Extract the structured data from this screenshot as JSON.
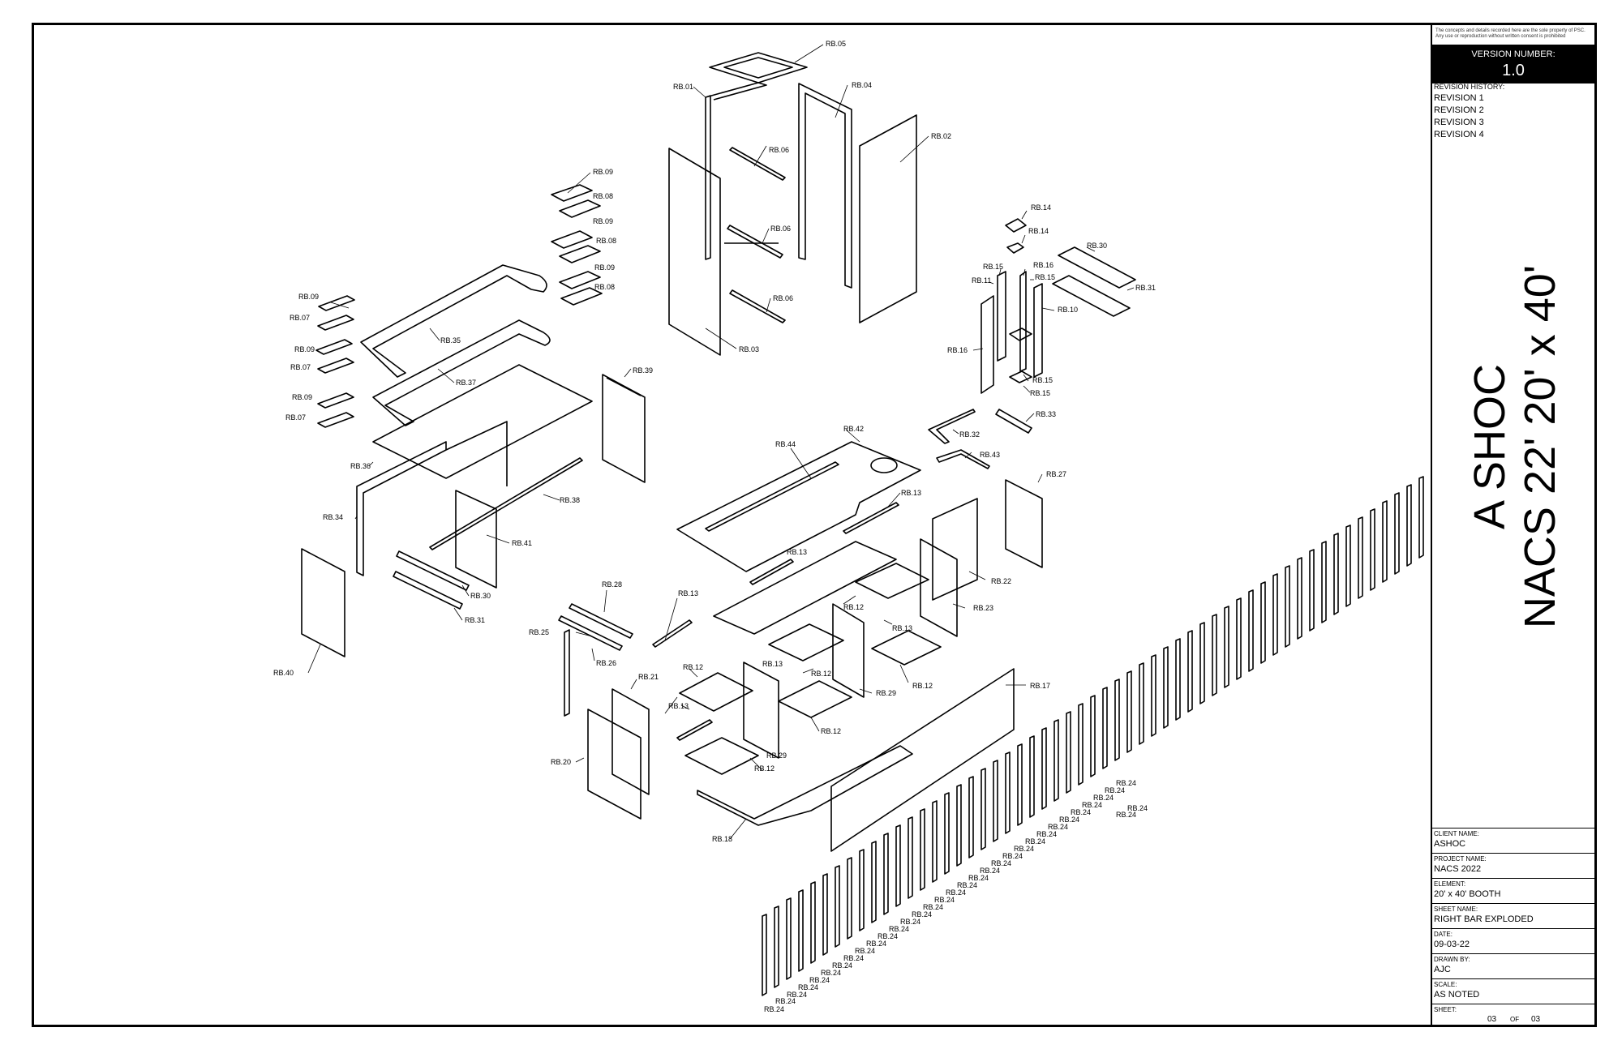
{
  "title_block": {
    "notice": "The concepts and details recorded here are the sole property of PSC. Any use or reproduction without written consent is prohibited",
    "version_label": "VERSION NUMBER:",
    "version_value": "1.0",
    "revision_history_label": "REVISION HISTORY:",
    "revisions": [
      "REVISION 1",
      "REVISION 2",
      "REVISION 3",
      "REVISION 4"
    ],
    "title_line1": "A SHOC",
    "title_line2": "NACS 22' 20' x 40'",
    "client_label": "CLIENT NAME:",
    "client": "ASHOC",
    "project_label": "PROJECT NAME:",
    "project": "NACS 2022",
    "element_label": "ELEMENT:",
    "element": "20' x 40' BOOTH",
    "sheet_name_label": "SHEET NAME:",
    "sheet_name": "RIGHT BAR EXPLODED",
    "date_label": "DATE:",
    "date": "09-03-22",
    "drawn_by_label": "DRAWN BY:",
    "drawn_by": "AJC",
    "scale_label": "SCALE:",
    "scale": "AS NOTED",
    "sheet_label": "SHEET:",
    "sheet_number": "03",
    "sheet_of": "OF",
    "sheet_total": "03"
  },
  "callouts": {
    "rb01": "RB.01",
    "rb02": "RB.02",
    "rb03": "RB.03",
    "rb04": "RB.04",
    "rb05": "RB.05",
    "rb06": "RB.06",
    "rb07": "RB.07",
    "rb08": "RB.08",
    "rb09": "RB.09",
    "rb10": "RB.10",
    "rb11": "RB.11",
    "rb12": "RB.12",
    "rb13": "RB.13",
    "rb14": "RB.14",
    "rb15": "RB.15",
    "rb16": "RB.16",
    "rb17": "RB.17",
    "rb18": "RB.18",
    "rb20": "RB.20",
    "rb21": "RB.21",
    "rb22": "RB.22",
    "rb23": "RB.23",
    "rb24": "RB.24",
    "rb25": "RB.25",
    "rb26": "RB.26",
    "rb27": "RB.27",
    "rb28": "RB.28",
    "rb29": "RB.29",
    "rb30": "RB.30",
    "rb31": "RB.31",
    "rb32": "RB.32",
    "rb33": "RB.33",
    "rb34": "RB.34",
    "rb35": "RB.35",
    "rb36": "RB.36",
    "rb37": "RB.37",
    "rb38": "RB.38",
    "rb39": "RB.39",
    "rb40": "RB.40",
    "rb41": "RB.41",
    "rb42": "RB.42",
    "rb43": "RB.43",
    "rb44": "RB.44"
  }
}
